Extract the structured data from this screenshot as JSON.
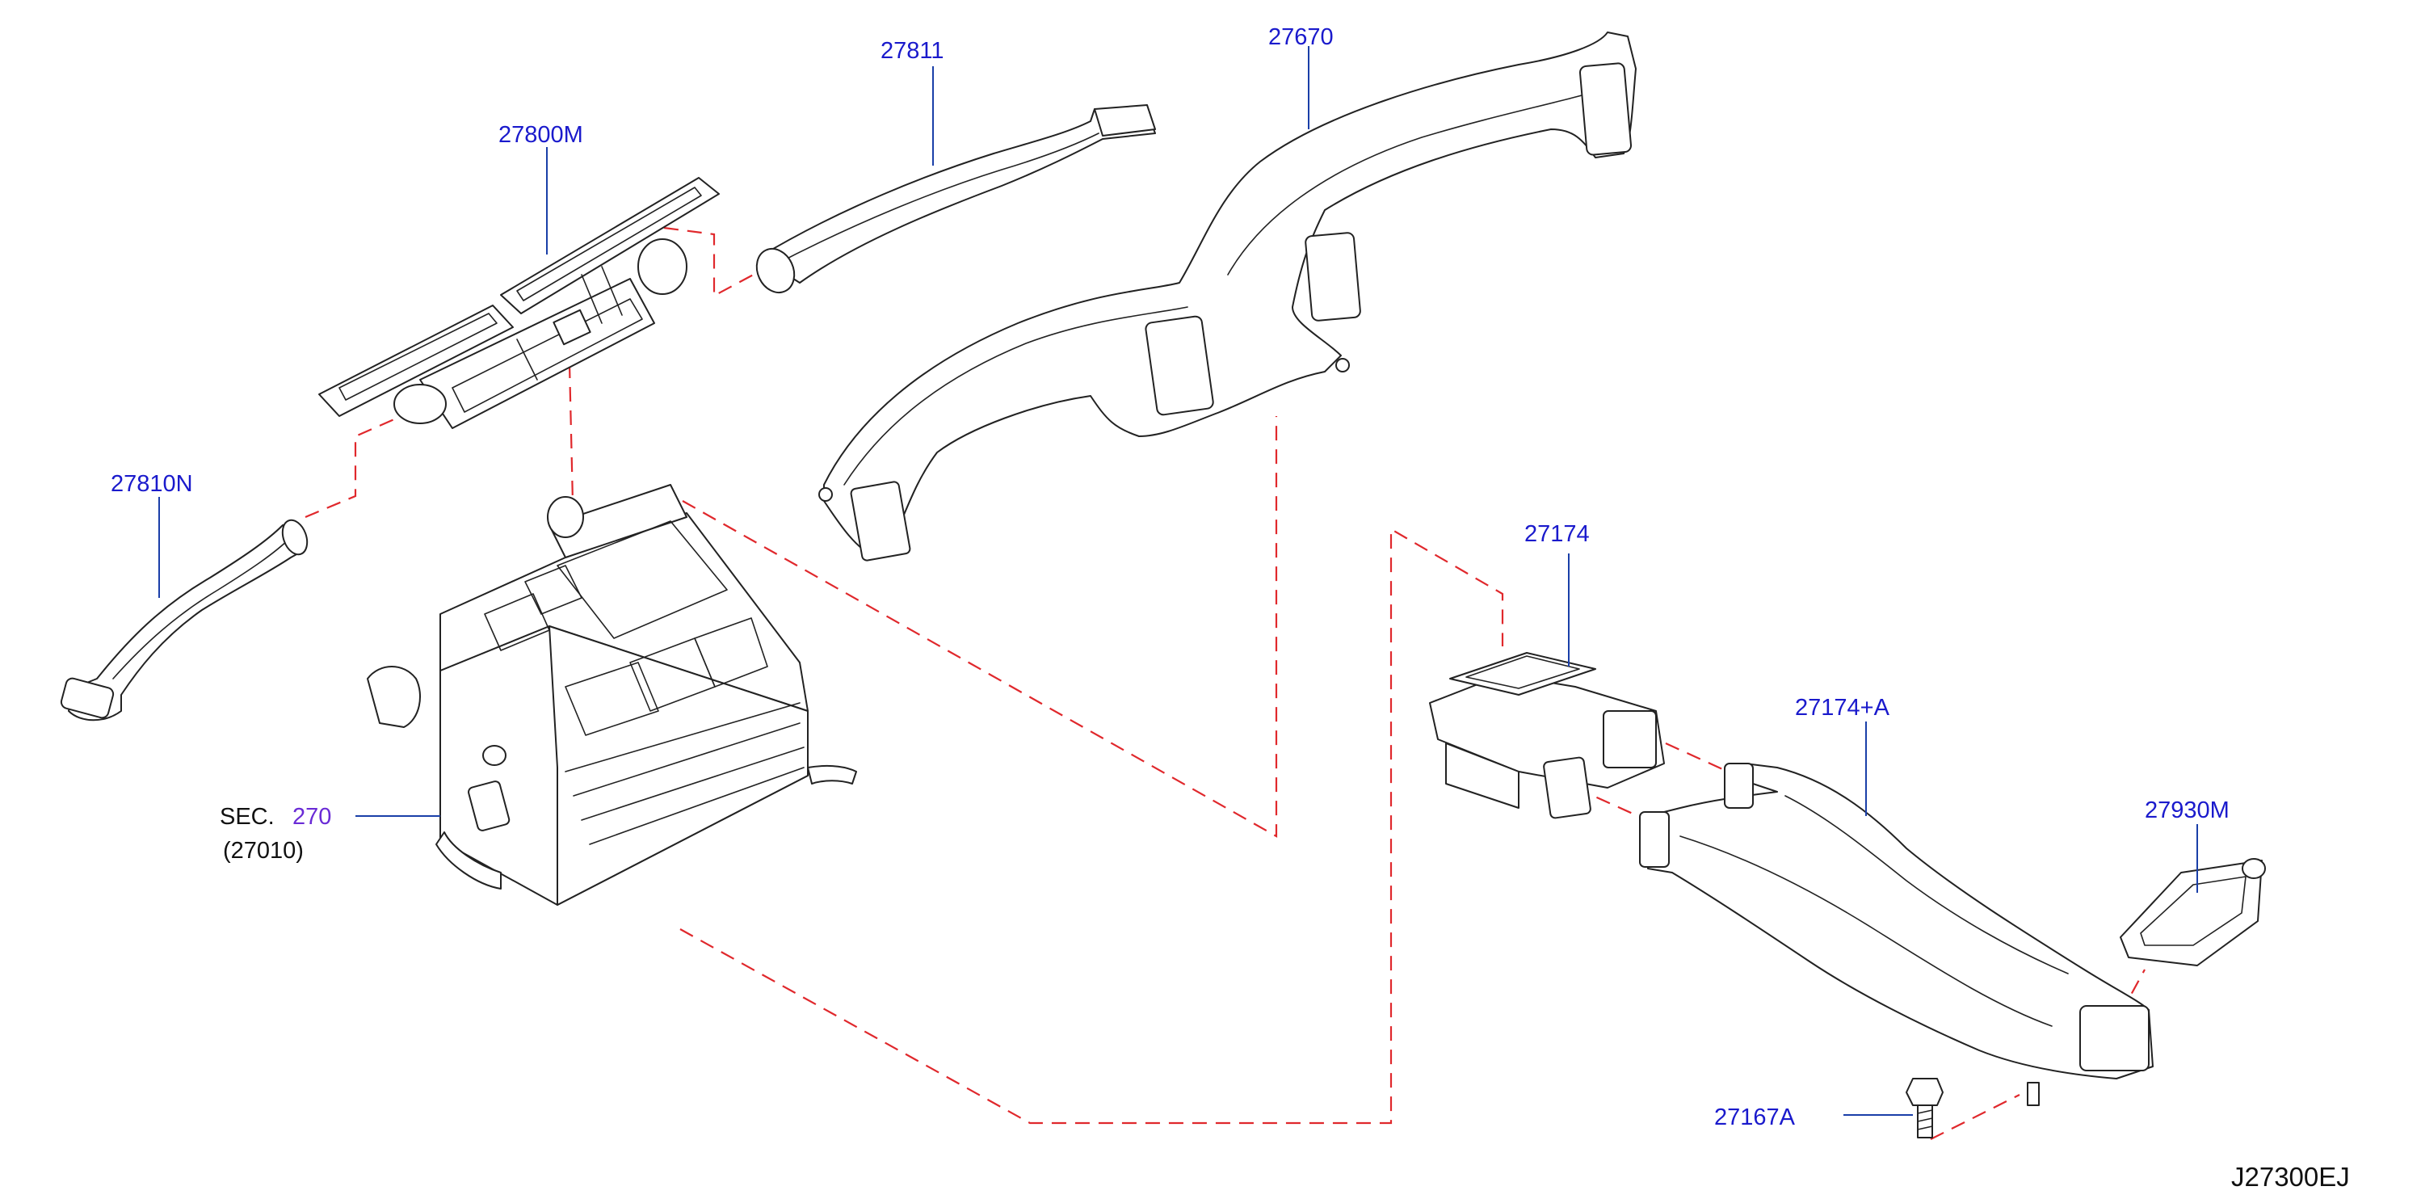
{
  "diagram": {
    "code": "J27300EJ",
    "section": {
      "prefix": "SEC.",
      "number": "270",
      "ref": "(27010)"
    },
    "parts": [
      {
        "id": "p27811",
        "number": "27811"
      },
      {
        "id": "p27670",
        "number": "27670"
      },
      {
        "id": "p27800M",
        "number": "27800M"
      },
      {
        "id": "p27810N",
        "number": "27810N"
      },
      {
        "id": "p27174",
        "number": "27174"
      },
      {
        "id": "p27174A",
        "number": "27174+A"
      },
      {
        "id": "p27930M",
        "number": "27930M"
      },
      {
        "id": "p27167A",
        "number": "27167A"
      }
    ],
    "colors": {
      "part_label": "#1a1acc",
      "section_number": "#6a2bd6",
      "dashed_line": "#e0282c",
      "leader": "#1a3fa8",
      "line_art": "#222222"
    }
  }
}
